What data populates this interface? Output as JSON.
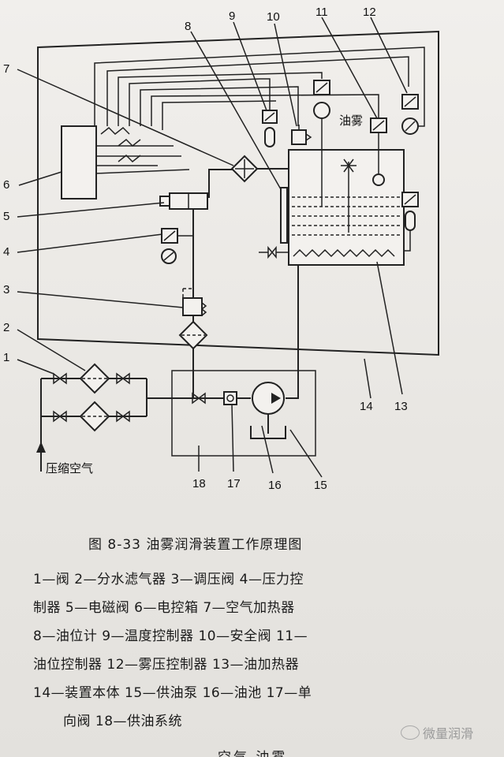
{
  "diagram": {
    "numbers": [
      "1",
      "2",
      "3",
      "4",
      "5",
      "6",
      "7",
      "8",
      "9",
      "10",
      "11",
      "12",
      "13",
      "14",
      "15",
      "16",
      "17",
      "18"
    ],
    "oil_mist_label": "油雾",
    "air_inlet_label": "压缩空气"
  },
  "caption": {
    "title": "图 8-33   油雾润滑装置工作原理图",
    "lines": [
      "1—阀   2—分水滤气器   3—调压阀   4—压力控",
      "制器   5—电磁阀   6—电控箱   7—空气加热器",
      "8—油位计   9—温度控制器   10—安全阀   11—",
      "油位控制器   12—雾压控制器   13—油加热器",
      "14—装置本体   15—供油泵   16—油池   17—单",
      "向阀   18—供油系统"
    ],
    "cutoff_text": "空气   油雾"
  },
  "watermark": {
    "text": "微量润滑",
    "icon": "wechat-icon"
  }
}
